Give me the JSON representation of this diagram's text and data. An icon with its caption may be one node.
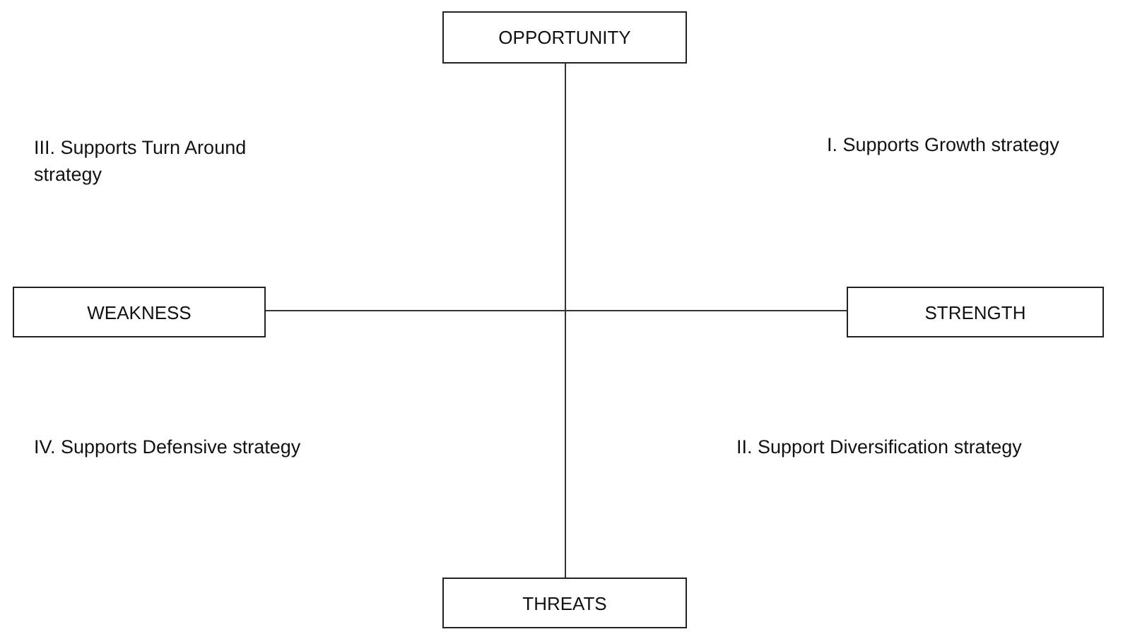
{
  "diagram": {
    "nodes": [
      {
        "text": [
          "OPPORTUNITY"
        ]
      },
      {
        "text": [
          "WEAKNESS"
        ]
      },
      {
        "text": [
          "STRENGTH"
        ]
      },
      {
        "text": [
          "THREATS"
        ]
      }
    ],
    "edges": [
      {
        "from": 0,
        "to": 3,
        "arrow": "none"
      },
      {
        "from": 1,
        "to": 2,
        "arrow": "none"
      }
    ],
    "labels": [
      "III. Supports Turn Around strategy",
      "I. Supports Growth strategy",
      "IV. Supports Defensive strategy",
      "II. Support Diversification strategy"
    ]
  }
}
